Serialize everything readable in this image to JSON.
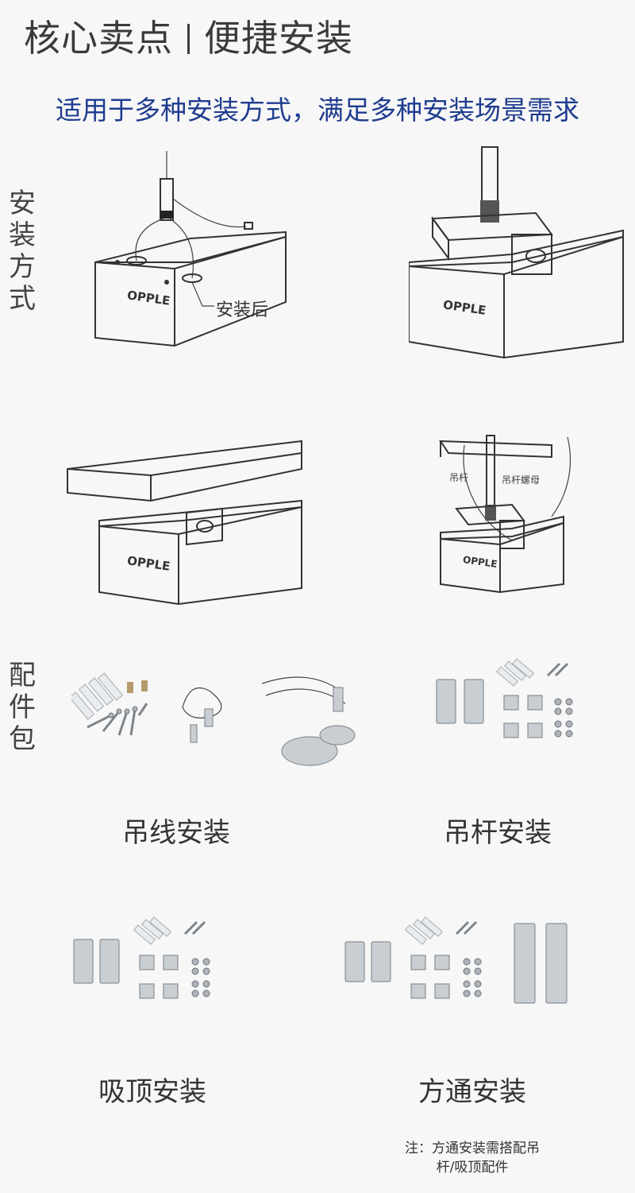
{
  "header": {
    "left": "核心卖点",
    "right": "便捷安装"
  },
  "subtitle": "适用于多种安装方式，满足多种安装场景需求",
  "side_labels": {
    "install_methods": [
      "安",
      "装",
      "方",
      "式"
    ],
    "accessory_pack": [
      "配",
      "件",
      "包"
    ]
  },
  "diagram_labels": {
    "after_install": "安装后",
    "brand": "OPPLE",
    "rod": "吊杆",
    "rod_nut": "吊杆螺母"
  },
  "captions": {
    "wire": "吊线安装",
    "rod": "吊杆安装",
    "ceiling": "吸顶安装",
    "tube": "方通安装"
  },
  "note": {
    "line1": "注：方通安装需搭配吊",
    "line2": "杆/吸顶配件"
  }
}
